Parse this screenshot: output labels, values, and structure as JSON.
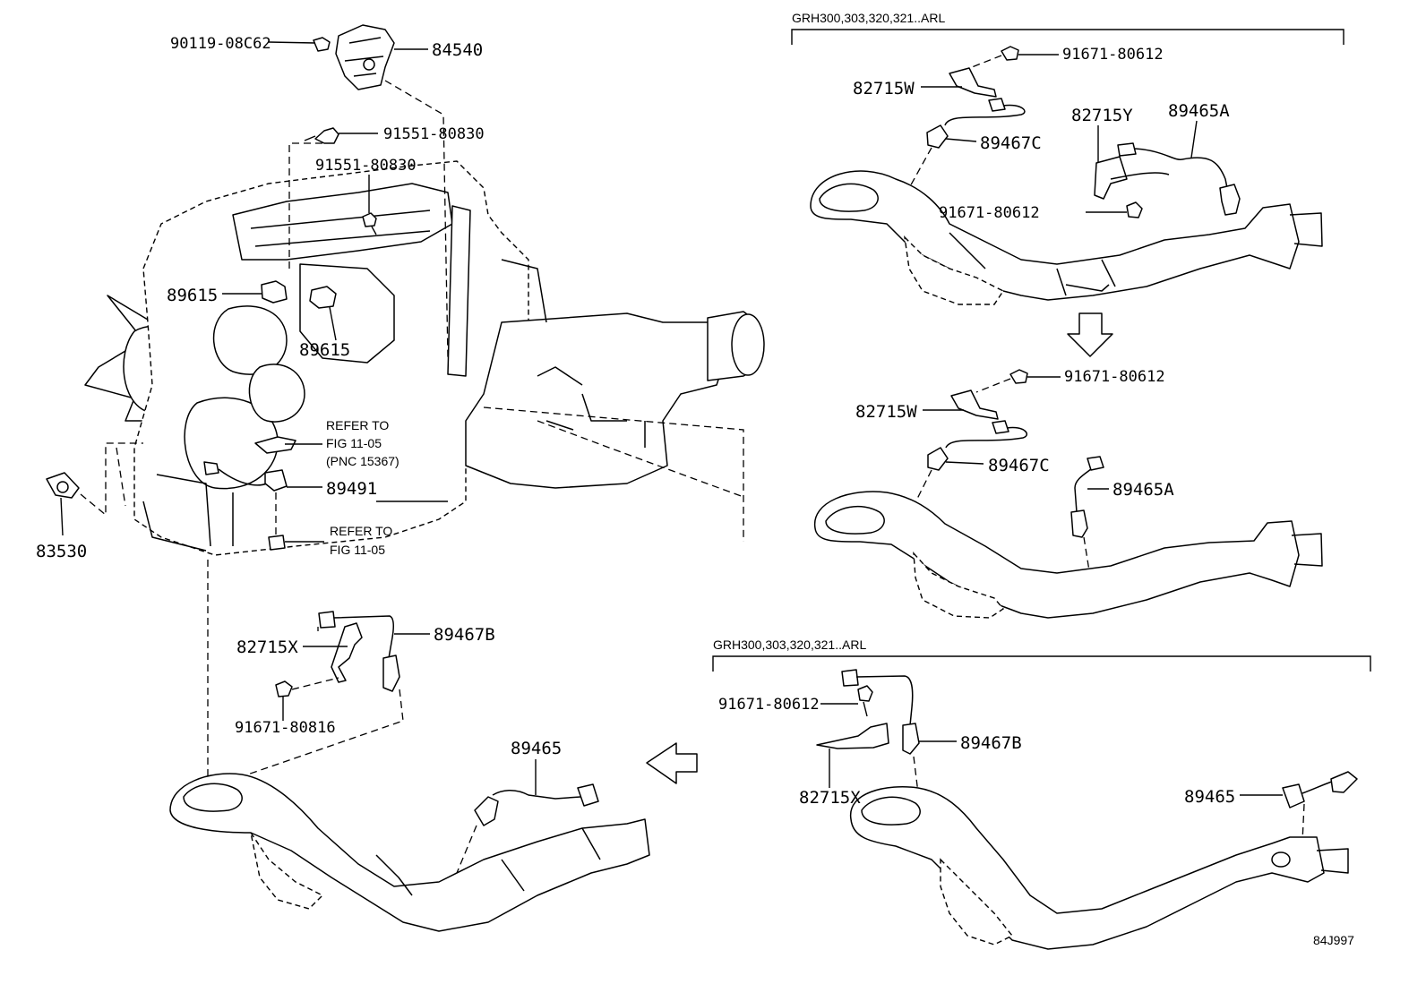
{
  "section_headers": {
    "top_right": "GRH300,303,320,321..ARL",
    "bottom_right": "GRH300,303,320,321..ARL"
  },
  "labels": {
    "bolt_90119": "90119-08C62",
    "map_sensor": "84540",
    "bolt_91551_a": "91551-80830",
    "bolt_91551_b": "91551-80830",
    "sensor_89615_a": "89615",
    "sensor_89615_b": "89615",
    "refer_fig_1_line1": "REFER TO",
    "refer_fig_1_line2": "FIG 11-05",
    "refer_fig_1_line3": "(PNC 15367)",
    "knock_sensor": "89491",
    "refer_fig_2_line1": "REFER TO",
    "refer_fig_2_line2": "FIG 11-05",
    "oil_switch": "83530",
    "tr_bolt_1": "91671-80612",
    "tr_bracket_w": "82715W",
    "tr_sensor_c": "89467C",
    "tr_bracket_y": "82715Y",
    "tr_sensor_a": "89465A",
    "tr_bolt_2": "91671-80612",
    "mr_bolt": "91671-80612",
    "mr_bracket_w": "82715W",
    "mr_sensor_c": "89467C",
    "mr_sensor_a": "89465A",
    "bl_bracket_x": "82715X",
    "bl_sensor_b": "89467B",
    "bl_bolt": "91671-80816",
    "bl_sensor": "89465",
    "br_bolt": "91671-80612",
    "br_sensor_b": "89467B",
    "br_bracket_x": "82715X",
    "br_sensor": "89465",
    "diagram_code": "84J997"
  },
  "icons": {
    "arrow_down": "arrow-down-outline",
    "arrow_left": "arrow-left-outline"
  }
}
